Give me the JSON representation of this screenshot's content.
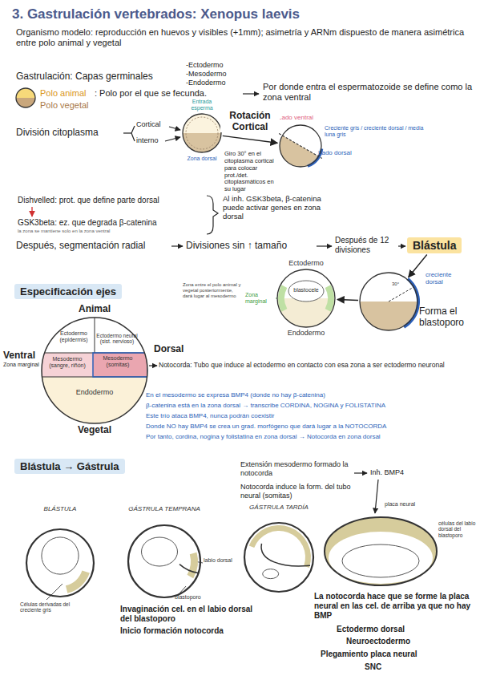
{
  "diagram": {
    "title": "3. Gastrulación vertebrados: Xenopus laevis",
    "nodes": [
      {
        "text": [
          "Entrada esperma",
          "Zona dorsal"
        ]
      },
      {
        "text": [
          "Lado ventral",
          "Creciente gris / creciente dorsal / media luna gris",
          "Lado dorsal"
        ]
      },
      {
        "text": [
          "Blástula"
        ]
      },
      {
        "text": [
          "30°",
          "creciente dorsal",
          "Forma el blastoporo"
        ]
      },
      {
        "text": [
          "Ectodermo",
          "Endodermo"
        ]
      },
      {
        "text": [
          "blastocele"
        ],
        "in": 4
      },
      {
        "text": [
          "Especificación ejes"
        ]
      },
      {
        "text": [
          "Animal",
          "Vegetal"
        ]
      },
      {
        "text": [
          "Ectodermo (epidermis)"
        ],
        "in": 7
      },
      {
        "text": [
          "Ectodermo neural (sist. nervioso)"
        ],
        "in": 7
      },
      {
        "text": [
          "Mesodermo (sangre, riñón)"
        ],
        "in": 7
      },
      {
        "text": [
          "Mesodermo (somitas)"
        ],
        "in": 7
      },
      {
        "text": [
          "Endodermo"
        ],
        "in": 7
      },
      {
        "text": [
          "Blástula → Gástrula"
        ]
      },
      {
        "text": [
          "BLÁSTULA",
          "Células derivadas del creciente gris"
        ]
      },
      {
        "text": [
          "GÁSTRULA TEMPRANA",
          "labio dorsal",
          "blastoporo"
        ]
      },
      {
        "text": [
          "GÁSTRULA TARDÍA"
        ]
      },
      {
        "text": [
          "placa neural",
          "células del labio dorsal del blastoporo"
        ]
      }
    ],
    "edges": [
      {
        "from": 0,
        "to": 1,
        "arrow": "to",
        "label": "Rotación Cortical"
      },
      {
        "from": 2,
        "to": 3,
        "arrow": "to"
      },
      {
        "from": 3,
        "to": 4,
        "arrow": "to"
      }
    ],
    "labels": [
      "Organismo modelo: reproducción en huevos y visibles (+1mm); asimetría y ARNm dispuesto de manera asimétrica entre polo animal y vegetal",
      "Gastrulación: Capas germinales",
      "-Ectodermo",
      "-Mesodermo",
      "-Endodermo",
      "Polo animal",
      ": Polo por el que se fecunda.",
      "Polo vegetal",
      "Por donde entra el espermatozoide se define como la zona ventral",
      "División citoplasma",
      "Cortical",
      "interno",
      "Giro 30° en el citoplasma cortical para colocar prot./det. citoplasmáticos en su lugar",
      "Dishvelled: prot. que define parte dorsal",
      "GSK3beta: ez. que degrada β-catenina",
      "la zona se mantiene solo en la zona ventral",
      "Al inh. GSK3beta, β-catenina puede activar genes en zona dorsal",
      "Después, segmentación radial",
      "Divisiones sin ↑ tamaño",
      "Después de 12 divisiones",
      "Zona entre el polo animal y vegetal posteriormente, dará lugar al mesodermo",
      "Zona marginal",
      "Ventral",
      "Zona marginal",
      "Dorsal",
      "Notocorda: Tubo que induce al ectodermo en contacto con esa zona a ser ectodermo neuronal",
      "En el mesodermo se expresa BMP4 (donde no hay β-catenina)",
      "β-catenina está en la zona dorsal → transcribe CORDINA, NOGINA y FOLISTATINA",
      "Este trío ataca BMP4, nunca podrán coexistir",
      "Donde NO hay BMP4 se crea un grad. morfógeno que dará lugar a la NOTOCORDA",
      "Por tanto, cordina, nogina y folistatina en zona dorsal → Notocorda en zona dorsal",
      "Extensión mesodermo formado la notocorda",
      "Inh. BMP4",
      "Notocorda induce la form. del tubo neural (somitas)",
      "Invaginación cel. en el labio dorsal del blastoporo",
      "Inicio formación notocorda",
      "La notocorda hace que se forme la placa neural en las cel. de arriba ya que no hay BMP",
      "Ectodermo dorsal",
      "Neuroectodermo",
      "Plegamiento placa neural",
      "SNC"
    ]
  }
}
